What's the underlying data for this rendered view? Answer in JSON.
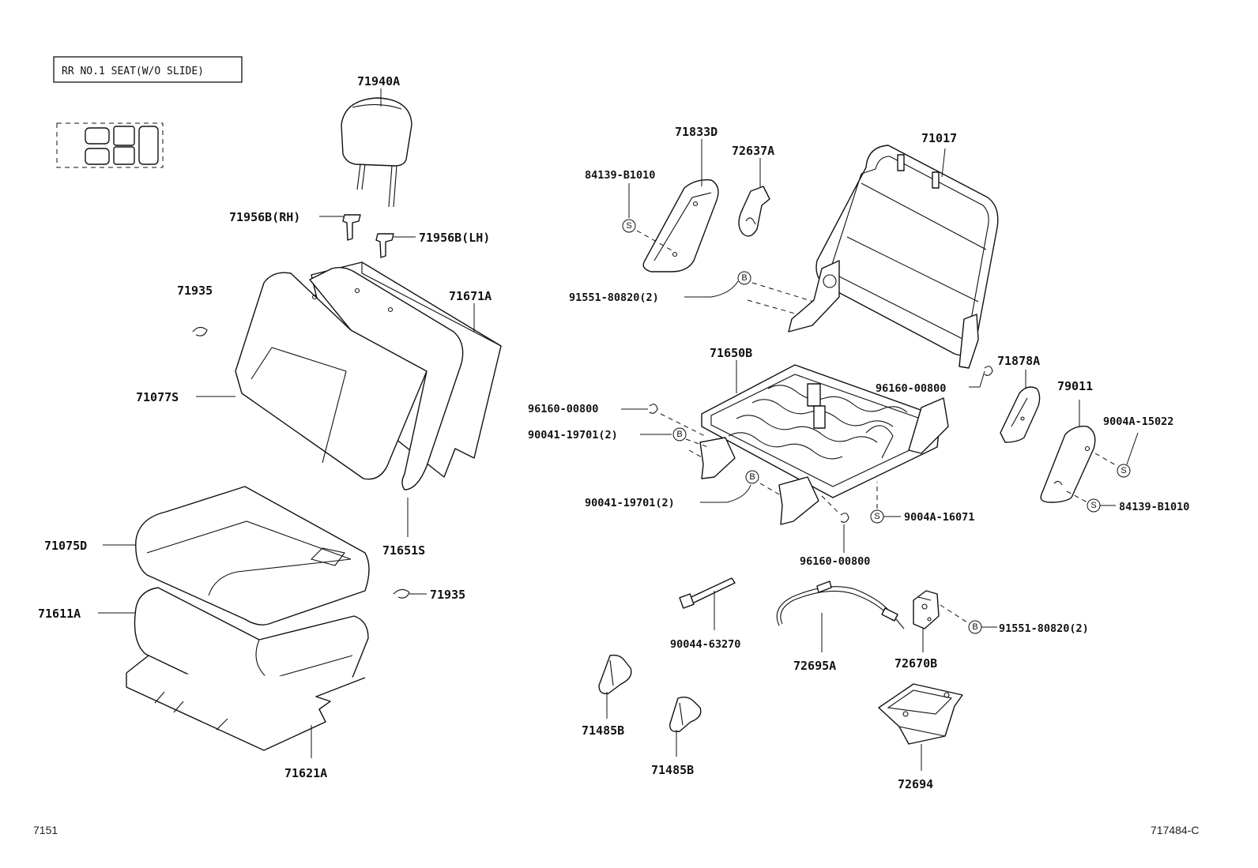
{
  "title": "RR NO.1 SEAT(W/O SLIDE)",
  "footer_left": "7151",
  "footer_right": "717484-C",
  "badges": {
    "s": "S",
    "b": "B"
  },
  "parts": {
    "p71940A": "71940A",
    "p71956B_rh": "71956B(RH)",
    "p71956B_lh": "71956B(LH)",
    "p71935_top": "71935",
    "p71671A": "71671A",
    "p71077S": "71077S",
    "p71651S": "71651S",
    "p71075D": "71075D",
    "p71935_bot": "71935",
    "p71611A": "71611A",
    "p71621A": "71621A",
    "p71833D": "71833D",
    "p72637A": "72637A",
    "p84139_top": "84139-B1010",
    "p91551_top": "91551-80820(2)",
    "p71017": "71017",
    "p71650B": "71650B",
    "p96160_a": "96160-00800",
    "p90041_a": "90041-19701(2)",
    "p90041_b": "90041-19701(2)",
    "p96160_b": "96160-00800",
    "p71878A": "71878A",
    "p79011": "79011",
    "p9004A_15022": "9004A-15022",
    "p84139_bot": "84139-B1010",
    "p9004A_16071": "9004A-16071",
    "p96160_c": "96160-00800",
    "p90044": "90044-63270",
    "p72695A": "72695A",
    "p72670B": "72670B",
    "p91551_bot": "91551-80820(2)",
    "p71485B_a": "71485B",
    "p71485B_b": "71485B",
    "p72694": "72694"
  }
}
